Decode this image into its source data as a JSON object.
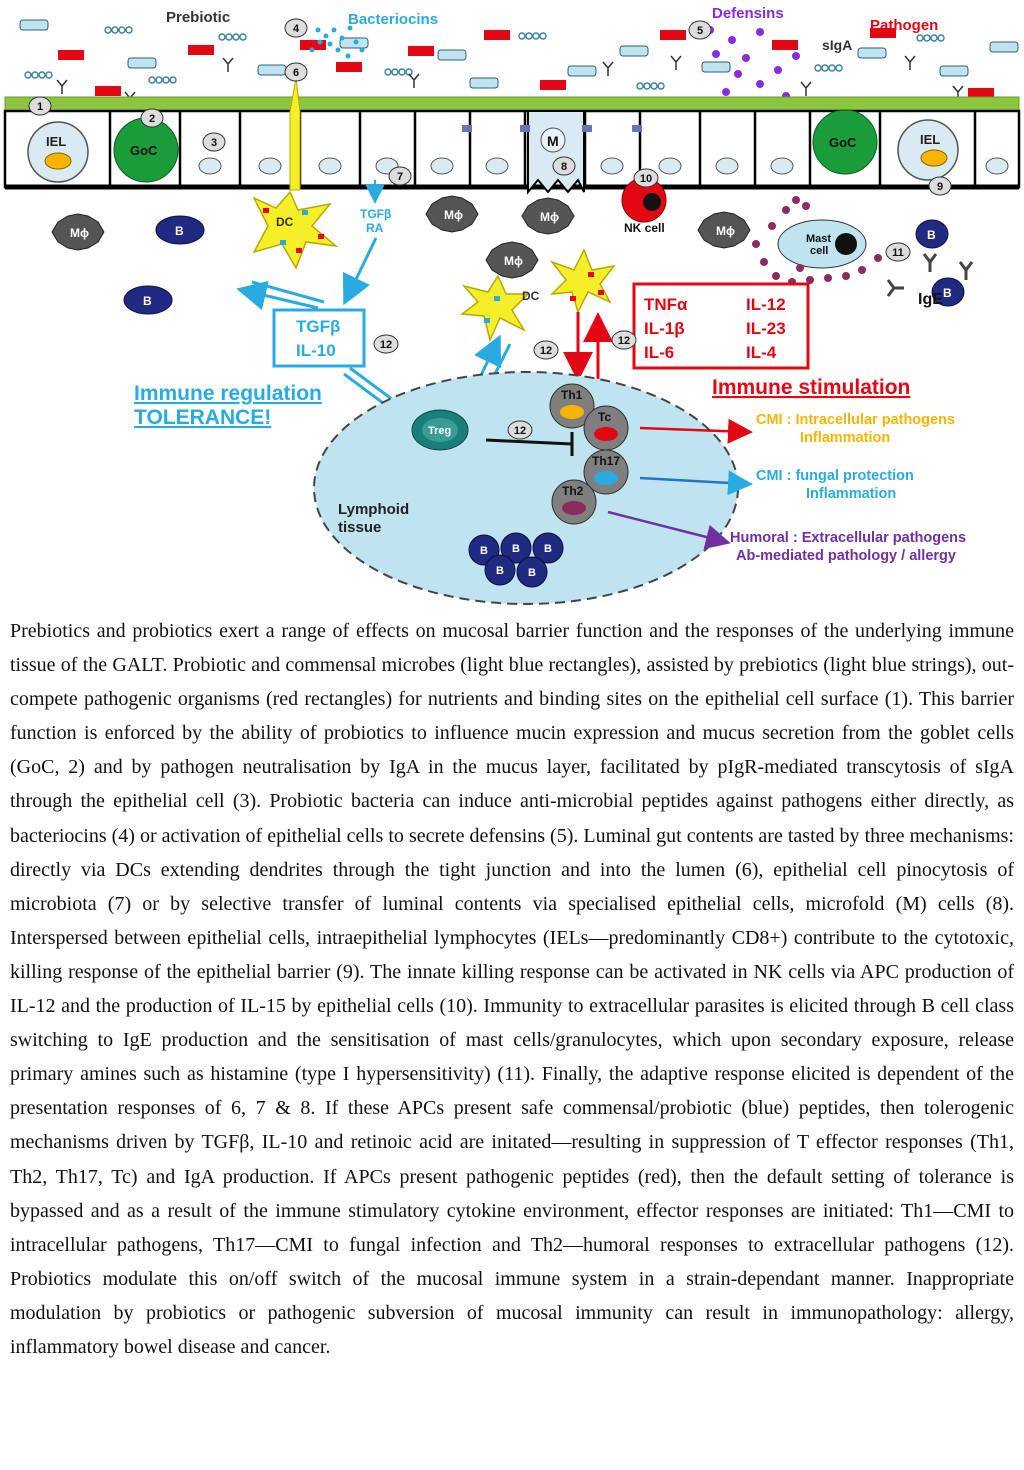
{
  "labels": {
    "prebiotic": "Prebiotic",
    "bacteriocins": "Bacteriocins",
    "defensins": "Defensins",
    "pathogen": "Pathogen",
    "siga": "sIgA",
    "iel": "IEL",
    "goc": "GoC",
    "m_cell": "M",
    "dc": "DC",
    "mphi": "Mϕ",
    "nk_cell": "NK cell",
    "mast_cell_line1": "Mast",
    "mast_cell_line2": "cell",
    "b_cell": "B",
    "ige": "IgE",
    "tgfb_ra_line1": "TGFβ",
    "tgfb_ra_line2": "RA",
    "reg_box_line1": "TGFβ",
    "reg_box_line2": "IL-10",
    "immune_regulation_line1": "Immune regulation",
    "immune_regulation_line2": "TOLERANCE!",
    "immune_stimulation": "Immune stimulation",
    "treg": "Treg",
    "th1": "Th1",
    "tc": "Tc",
    "th17": "Th17",
    "th2": "Th2",
    "lymphoid_line1": "Lymphoid",
    "lymphoid_line2": "tissue",
    "cmi_intracellular_line1": "CMI : Intracellular pathogens",
    "cmi_intracellular_line2": "Inflammation",
    "cmi_fungal_line1": "CMI : fungal protection",
    "cmi_fungal_line2": "Inflammation",
    "humoral_line1": "Humoral : Extracellular pathogens",
    "humoral_line2": "Ab-mediated pathology / allergy"
  },
  "cytokines": {
    "left": [
      "TNFα",
      "IL-1β",
      "IL-6"
    ],
    "right": [
      "IL-12",
      "IL-23",
      "IL-4"
    ]
  },
  "numbers": [
    "1",
    "2",
    "3",
    "4",
    "5",
    "6",
    "7",
    "8",
    "9",
    "10",
    "11",
    "12"
  ],
  "colors": {
    "mucus": "#8cc63f",
    "regulation": "#29abe2",
    "stimulation": "#e30613",
    "cmi_intracellular": "#f7b500",
    "humoral": "#7030a0",
    "lymphoid": "#bfe3ef",
    "pathogen": "#e30613",
    "defensin": "#8a2be2",
    "dc": "#f7ee2a",
    "b_cell": "#1f2a80"
  },
  "caption": "Prebiotics and probiotics exert a range of effects on mucosal barrier function and the responses of the underlying immune tissue of the GALT. Probiotic and commensal microbes (light blue rectangles), assisted by prebiotics (light blue strings), out-compete pathogenic organisms (red rectangles) for nutrients and binding sites on the epithelial cell surface (1). This barrier function is enforced by the ability of probiotics to influence mucin expression and mucus secretion from the goblet cells (GoC, 2) and by pathogen neutralisation by IgA in the mucus layer, facilitated by pIgR-mediated transcytosis of sIgA through the epithelial cell (3). Probiotic bacteria can induce anti-microbial peptides against pathogens either directly, as bacteriocins (4) or activation of epithelial cells to secrete defensins (5). Luminal gut contents are tasted by three mechanisms: directly via DCs extending dendrites through the tight junction and into the lumen (6), epithelial cell pinocytosis of microbiota (7) or by selective transfer of luminal contents via specialised epithelial cells, microfold (M) cells (8). Interspersed between epithelial cells, intraepithelial lymphocytes (IELs—predominantly CD8+) contribute to the cytotoxic, killing response of the epithelial barrier (9). The innate killing response can be activated in NK cells via APC production of IL-12 and the production of IL-15 by epithelial cells (10). Immunity to extracellular parasites is elicited through B cell class switching to IgE production and the sensitisation of mast cells/granulocytes, which upon secondary exposure, release primary amines such as histamine (type I hypersensitivity) (11). Finally, the adaptive response elicited is dependent of the presentation responses of 6, 7 & 8. If these APCs present safe commensal/probiotic (blue) peptides, then tolerogenic mechanisms driven by TGFβ, IL-10 and retinoic acid are initated—resulting in suppression of T effector responses (Th1, Th2, Th17, Tc) and IgA production. If APCs present pathogenic peptides (red), then the default setting of tolerance is bypassed and as a result of the immune stimulatory cytokine environment, effector responses are initiated: Th1—CMI to intracellular pathogens, Th17—CMI to fungal infection and Th2—humoral responses to extracellular pathogens (12). Probiotics modulate this on/off switch of the mucosal immune system in a strain-dependant manner. Inappropriate modulation by probiotics or pathogenic subversion of mucosal immunity can result in immunopathology: allergy, inflammatory bowel disease and cancer."
}
